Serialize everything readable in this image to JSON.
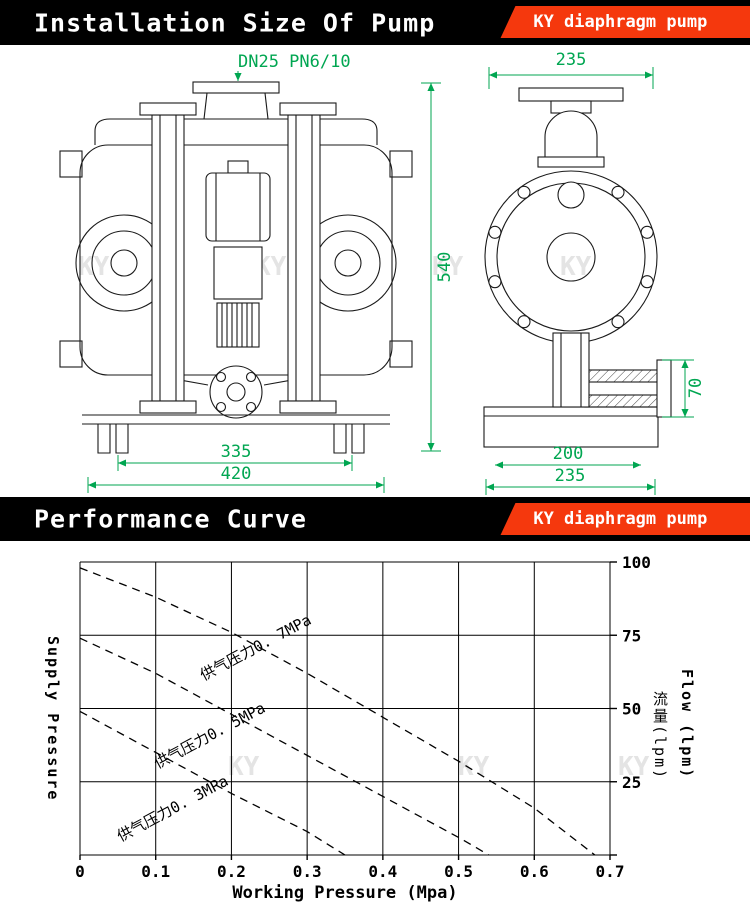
{
  "colors": {
    "header_bg": "#000000",
    "header_text": "#ffffff",
    "badge_bg": "#f5380d",
    "badge_text": "#ffffff",
    "dimension_green": "#00a651",
    "line_color": "#1a1a1a",
    "watermark": "#e4e4e4"
  },
  "sections": {
    "installation": {
      "title": "Installation Size Of Pump",
      "badge": "KY diaphragm pump"
    },
    "performance": {
      "title": "Performance Curve",
      "badge": "KY diaphragm pump"
    }
  },
  "drawing": {
    "dim_inlet": "DN25 PN6/10",
    "dim_top_width": "235",
    "dim_height": "540",
    "dim_outlet_height": "70",
    "dim_bolt_span": "335",
    "dim_overall_width": "420",
    "dim_base_width": "200",
    "dim_base_overall": "235"
  },
  "watermark": {
    "text": "KY"
  },
  "chart_data": {
    "type": "line",
    "title": "Performance Curve",
    "xlabel": "Working Pressure (Mpa)",
    "ylabel_left": "Supply Pressure",
    "ylabel_right_cn": "流量(lpm)",
    "ylabel_right_en": "Flow (lpm)",
    "xlim": [
      0,
      0.7
    ],
    "ylim": [
      0,
      100
    ],
    "x_ticks": [
      0,
      0.1,
      0.2,
      0.3,
      0.4,
      0.5,
      0.6,
      0.7
    ],
    "x_tick_labels": [
      "0",
      "0.1",
      "0.2",
      "0.3",
      "0.4",
      "0.5",
      "0.6",
      "0.7"
    ],
    "y_ticks": [
      0,
      25,
      50,
      75,
      100
    ],
    "grid": true,
    "line_style": "dashed",
    "legend_position": "on-curve",
    "series": [
      {
        "name": "供气压力0. 7MPa",
        "x": [
          0,
          0.1,
          0.2,
          0.3,
          0.4,
          0.5,
          0.6,
          0.68
        ],
        "y": [
          98,
          88,
          76,
          62,
          47,
          32,
          16,
          0
        ]
      },
      {
        "name": "供气压力0. 5MPa",
        "x": [
          0,
          0.1,
          0.2,
          0.3,
          0.4,
          0.5,
          0.54
        ],
        "y": [
          74,
          62,
          48,
          34,
          20,
          6,
          0
        ]
      },
      {
        "name": "供气压力0. 3MPa",
        "x": [
          0,
          0.1,
          0.2,
          0.3,
          0.35
        ],
        "y": [
          49,
          35,
          21,
          8,
          0
        ]
      }
    ]
  }
}
